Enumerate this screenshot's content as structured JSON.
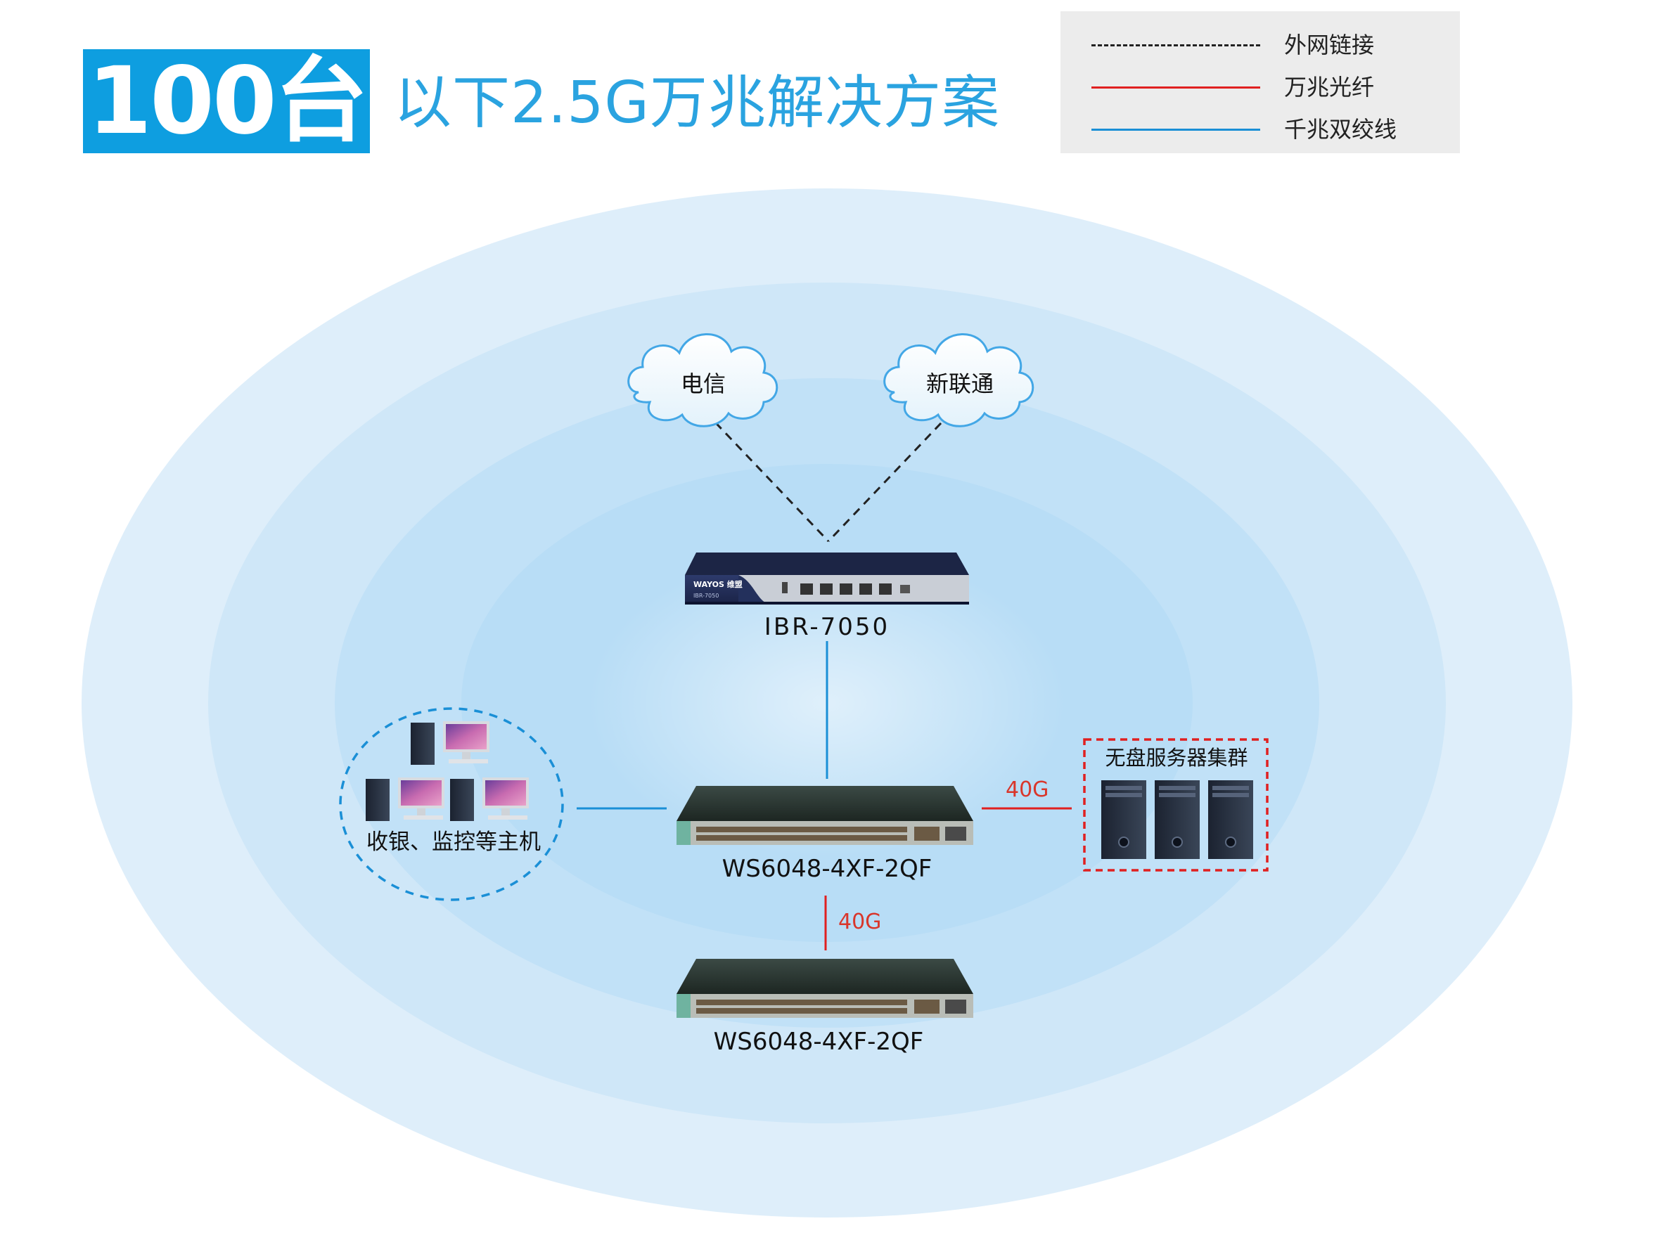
{
  "title": {
    "badge": "100台",
    "text": "以下2.5G万兆解决方案"
  },
  "legend": {
    "items": [
      {
        "label": "外网链接",
        "style": "dashed",
        "color": "#222222"
      },
      {
        "label": "万兆光纤",
        "style": "solid",
        "color": "#e02020"
      },
      {
        "label": "千兆双绞线",
        "style": "solid",
        "color": "#1a8fd6"
      }
    ]
  },
  "clouds": [
    {
      "label": "电信"
    },
    {
      "label": "新联通"
    }
  ],
  "router": {
    "model": "IBR-7050",
    "brand": "WAYOS 维盟",
    "panel_model": "IBR-7050"
  },
  "core_switch": {
    "model": "WS6048-4XF-2QF"
  },
  "access_switch": {
    "model": "WS6048-4XF-2QF"
  },
  "hosts": {
    "label": "收银、监控等主机"
  },
  "servers": {
    "label": "无盘服务器集群"
  },
  "links": {
    "core_to_servers": "40G",
    "core_to_access": "40G"
  },
  "colors": {
    "accent": "#0e9ee0",
    "fiber": "#e02020",
    "copper": "#1a8fd6",
    "wan": "#222222",
    "halo_outer": "#ddeefb",
    "halo_inner": "#b5def7"
  }
}
